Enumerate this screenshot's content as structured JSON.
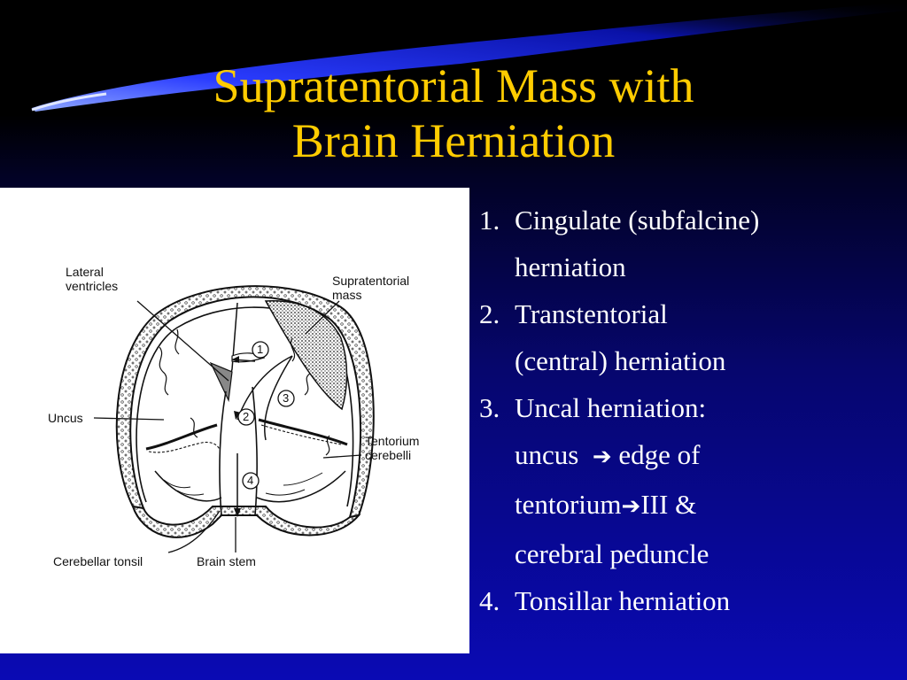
{
  "slide": {
    "title_line1": "Supratentorial  Mass with",
    "title_line2": "Brain Herniation",
    "colors": {
      "title": "#ffcc00",
      "text": "#ffffff",
      "background_bottom": "#0a0ab4"
    }
  },
  "figure": {
    "labels": {
      "lateral_ventricles_1": "Lateral",
      "lateral_ventricles_2": "ventricles",
      "supratentorial_mass_1": "Supratentorial",
      "supratentorial_mass_2": "mass",
      "uncus": "Uncus",
      "tentorium_1": "Tentorium",
      "tentorium_2": "cerebelli",
      "cerebellar_tonsil": "Cerebellar tonsil",
      "brain_stem": "Brain stem"
    },
    "markers": [
      "1",
      "2",
      "3",
      "4"
    ]
  },
  "list": {
    "items": [
      {
        "num": "1.",
        "line1": "Cingulate (subfalcine)",
        "line2": "herniation"
      },
      {
        "num": "2.",
        "line1": "Transtentorial",
        "line2": "(central) herniation"
      },
      {
        "num": "3.",
        "line1": "Uncal herniation:",
        "line2a": "uncus",
        "line2b": "edge of",
        "line3a": "tentorium",
        "line3b": "III &",
        "line4": "cerebral peduncle",
        "arrow": "➔"
      },
      {
        "num": "4.",
        "line1": "Tonsillar herniation"
      }
    ]
  }
}
